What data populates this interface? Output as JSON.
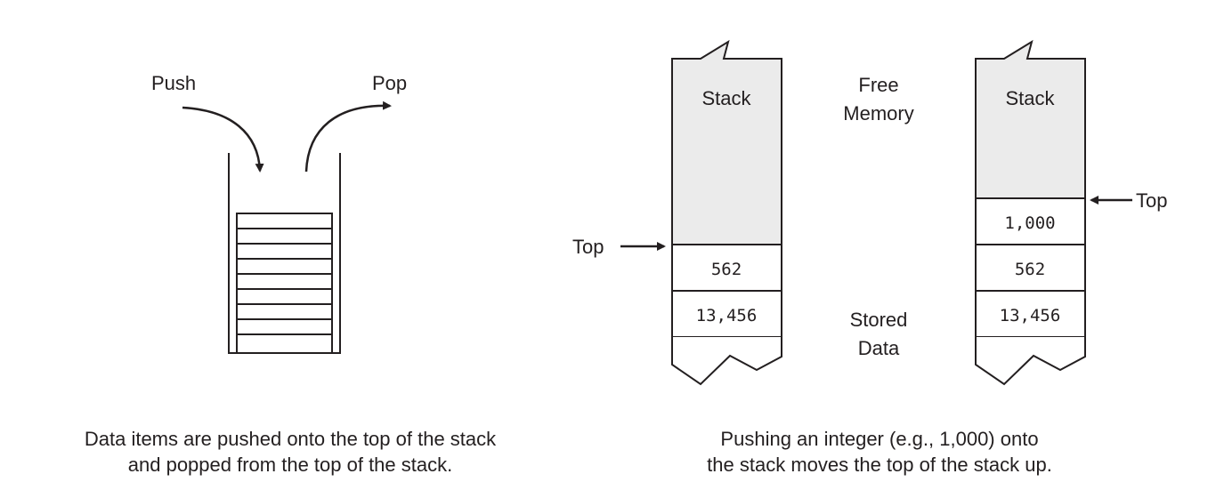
{
  "left_diagram": {
    "push_label": "Push",
    "pop_label": "Pop",
    "caption_line1": "Data items are pushed onto the top of the stack",
    "caption_line2": "and popped from the top of the stack."
  },
  "right_diagram": {
    "before": {
      "header": "Stack",
      "top_label": "Top",
      "cells": [
        "562",
        "13,456"
      ]
    },
    "middle": {
      "free_memory_line1": "Free",
      "free_memory_line2": "Memory",
      "stored_data_line1": "Stored",
      "stored_data_line2": "Data"
    },
    "after": {
      "header": "Stack",
      "top_label": "Top",
      "cells": [
        "1,000",
        "562",
        "13,456"
      ]
    },
    "caption_line1": "Pushing an integer (e.g., 1,000) onto",
    "caption_line2": "the stack moves the top of the stack up."
  },
  "colors": {
    "line": "#231f20",
    "free_memory_fill": "#ebebeb",
    "background": "#ffffff"
  }
}
